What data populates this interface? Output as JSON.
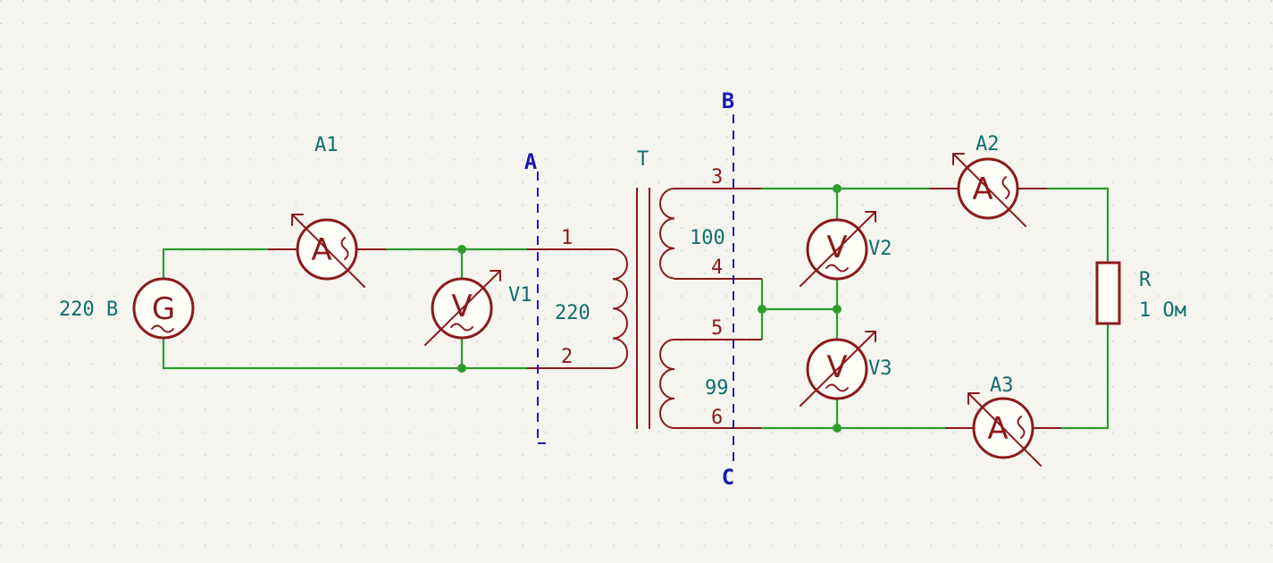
{
  "labels": {
    "source_value": "220 В",
    "ammeter_1": "A1",
    "ammeter_2": "A2",
    "ammeter_3": "A3",
    "voltmeter_1": "V1",
    "voltmeter_2": "V2",
    "voltmeter_3": "V3",
    "transformer": "T",
    "primary_turns": "220",
    "secondary_upper_turns": "100",
    "secondary_lower_turns": "99",
    "resistor_ref": "R",
    "resistor_value": "1 Ом"
  },
  "pins": {
    "p1": "1",
    "p2": "2",
    "p3": "3",
    "p4": "4",
    "p5": "5",
    "p6": "6"
  },
  "cuts": {
    "a": "A",
    "b": "B",
    "c": "C"
  },
  "symbols": {
    "generator": "G",
    "ammeter": "A",
    "voltmeter": "V"
  },
  "colors": {
    "background": "#f5f4ef",
    "component": "#8b1a1a",
    "wire": "#2e9c2e",
    "label": "#0f6e6e",
    "cut_line": "#1a1ab0"
  }
}
